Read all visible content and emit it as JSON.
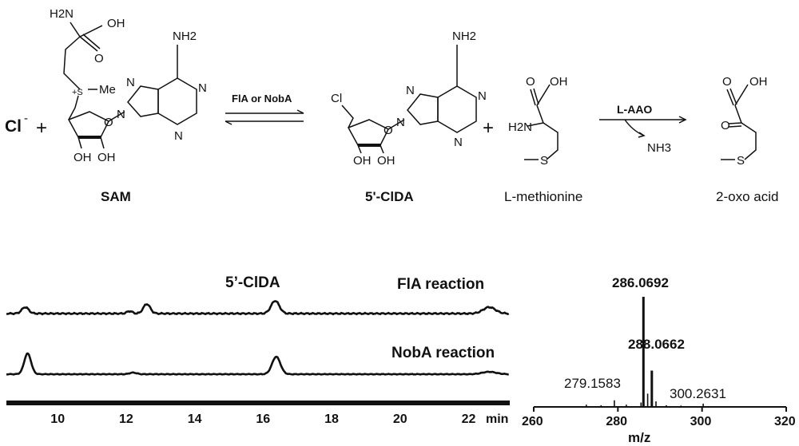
{
  "scheme": {
    "chloride": "Cl",
    "chloride_charge": "-",
    "plus": "+",
    "sam": {
      "label": "SAM",
      "amine": "H2N",
      "acid": "OH",
      "carbonyl": "O",
      "sulfonium": "+S",
      "methyl": "Me",
      "adenine_amine": "NH2",
      "n": "N",
      "ring_o": "O",
      "hydroxyl": "OH"
    },
    "equilibrium_label": "FlA or NobA",
    "clda": {
      "label": "5'-ClDA",
      "chlorine": "Cl",
      "adenine_amine": "NH2",
      "n": "N",
      "ring_o": "O",
      "hydroxyl": "OH"
    },
    "methionine": {
      "label": "L-methionine",
      "acid": "OH",
      "carbonyl": "O",
      "amine": "H2N",
      "sulfur": "S"
    },
    "oxidase_label": "L-AAO",
    "byproduct": "NH3",
    "product": {
      "label": "2-oxo acid",
      "acid": "OH",
      "carbonyl": "O",
      "keto": "O",
      "sulfur": "S"
    }
  },
  "hplc": {
    "peak_label": "5’-ClDA",
    "trace1_label": "FlA reaction",
    "trace2_label": "NobA reaction",
    "x_ticks": [
      "10",
      "12",
      "14",
      "16",
      "18",
      "20",
      "22"
    ],
    "x_unit": "min",
    "x_range": [
      8.5,
      23.2
    ]
  },
  "chart_data": {
    "type": "bar",
    "title": "",
    "xlabel": "m/z",
    "ylabel": "",
    "xlim": [
      260,
      320
    ],
    "x_ticks": [
      260,
      280,
      300,
      320
    ],
    "peaks": [
      {
        "mz": 286.0692,
        "rel": 1.0,
        "label": "286.0692"
      },
      {
        "mz": 288.0662,
        "rel": 0.33,
        "label": "288.0662"
      },
      {
        "mz": 279.1583,
        "rel": 0.06,
        "label": "279.1583"
      },
      {
        "mz": 300.2631,
        "rel": 0.03,
        "label": "300.2631"
      },
      {
        "mz": 287.07,
        "rel": 0.12,
        "label": ""
      },
      {
        "mz": 289.06,
        "rel": 0.05,
        "label": ""
      },
      {
        "mz": 285.5,
        "rel": 0.04,
        "label": ""
      },
      {
        "mz": 272.5,
        "rel": 0.02,
        "label": ""
      },
      {
        "mz": 276.0,
        "rel": 0.015,
        "label": ""
      },
      {
        "mz": 282.0,
        "rel": 0.02,
        "label": ""
      },
      {
        "mz": 291.5,
        "rel": 0.015,
        "label": ""
      },
      {
        "mz": 295.0,
        "rel": 0.012,
        "label": ""
      }
    ]
  }
}
